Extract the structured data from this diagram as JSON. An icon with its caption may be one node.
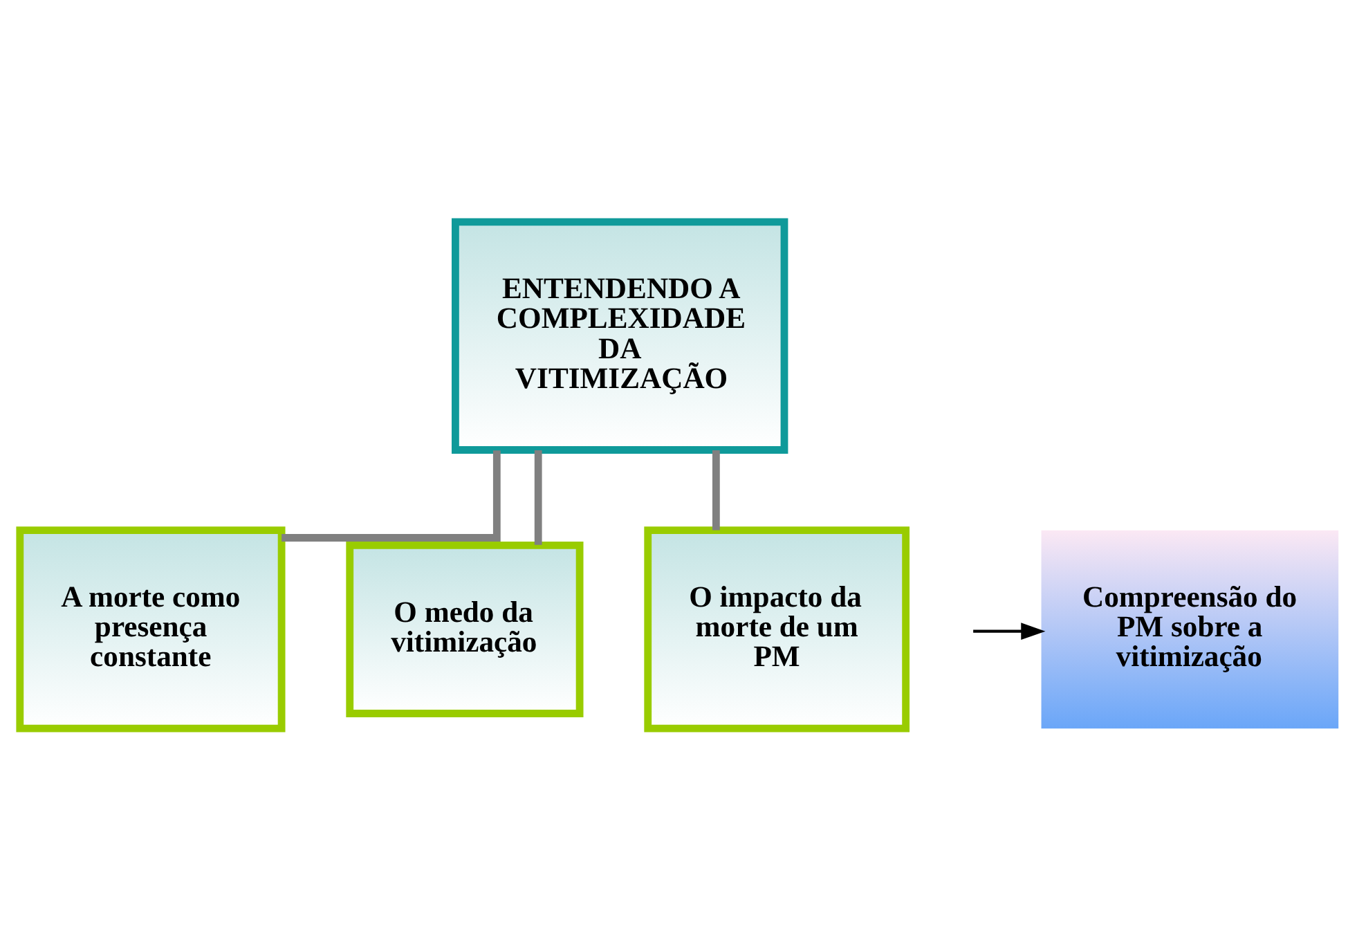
{
  "diagram": {
    "nodes": [
      {
        "text": [
          "ENTENDENDO A COMPLEXIDADE DA VITIMIZAÇÃO"
        ]
      },
      {
        "text": [
          "Compreensão do PM sobre a vitimização"
        ]
      },
      {
        "text": [
          "A morte como presença constante"
        ]
      },
      {
        "text": [
          "O medo da vitimização"
        ]
      },
      {
        "text": [
          "O impacto da morte de um PM"
        ]
      }
    ],
    "edges": [
      {
        "from": 0,
        "to": 2,
        "arrow": "none"
      },
      {
        "from": 0,
        "to": 3,
        "arrow": "none"
      },
      {
        "from": 0,
        "to": 4,
        "arrow": "none"
      },
      {
        "from": null,
        "to": 1,
        "arrow": "to",
        "color": "#000000"
      }
    ]
  }
}
